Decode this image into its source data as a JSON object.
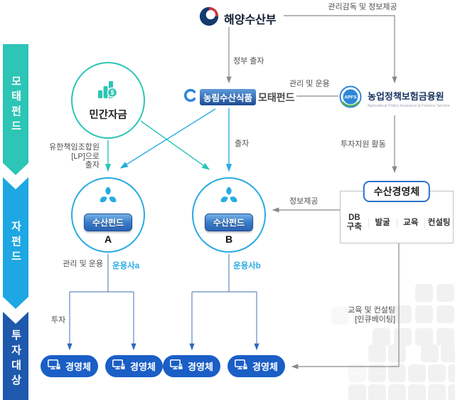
{
  "colors": {
    "teal": "#2cc5b6",
    "sky_blue": "#29abe2",
    "dark_blue": "#1e59ae",
    "pill_blue": "#1a5ec6",
    "button_blue": "#2a63b4",
    "line_gray": "#8a8a8a",
    "branch_steel": "#6889be",
    "apfs_blue": "#2e86d8",
    "apfs_green": "#52b453",
    "ministry_navy": "#143a6e",
    "ministry_red": "#cf3338"
  },
  "sidebar": {
    "items": [
      {
        "label": "모태펀드"
      },
      {
        "label": "자펀드"
      },
      {
        "label": "투자대상"
      }
    ]
  },
  "ministry": {
    "name": "해양수산부"
  },
  "motae": {
    "badge": "농림수산식품",
    "suffix": "모태펀드"
  },
  "apfs": {
    "acronym": "APFS",
    "name": "농업정책보험금융원",
    "subtitle": "Agricultural Policy Insurance & Finance Service"
  },
  "private_fund": {
    "label": "민간자금",
    "coin_symbol": "$"
  },
  "funds": [
    {
      "button": "수산펀드",
      "letter": "A",
      "manager": "운용사a"
    },
    {
      "button": "수산펀드",
      "letter": "B",
      "manager": "운용사b"
    }
  ],
  "entity_box": {
    "title": "수산경영체",
    "cells": [
      "DB\n구축",
      "발굴",
      "교육",
      "컨설팅"
    ]
  },
  "bottom_entities": {
    "items": [
      "경영체",
      "경영체",
      "경영체",
      "경영체"
    ]
  },
  "edge_labels": {
    "gov_invest": "정부 출자",
    "supervision": "관리감독 및 정보제공",
    "manage_operate_top": "관리 및 운용",
    "lp_invest": "유한책임조합원\n[LP]으로\n출자",
    "invest": "출자",
    "invest_support": "투자지원 활동",
    "info_provide": "정보제공",
    "edu_consulting": "교육 및 컨설팅\n[인큐베이팅]",
    "manage_operate_bottom": "관리 및 운용",
    "invest_bottom": "투자"
  }
}
